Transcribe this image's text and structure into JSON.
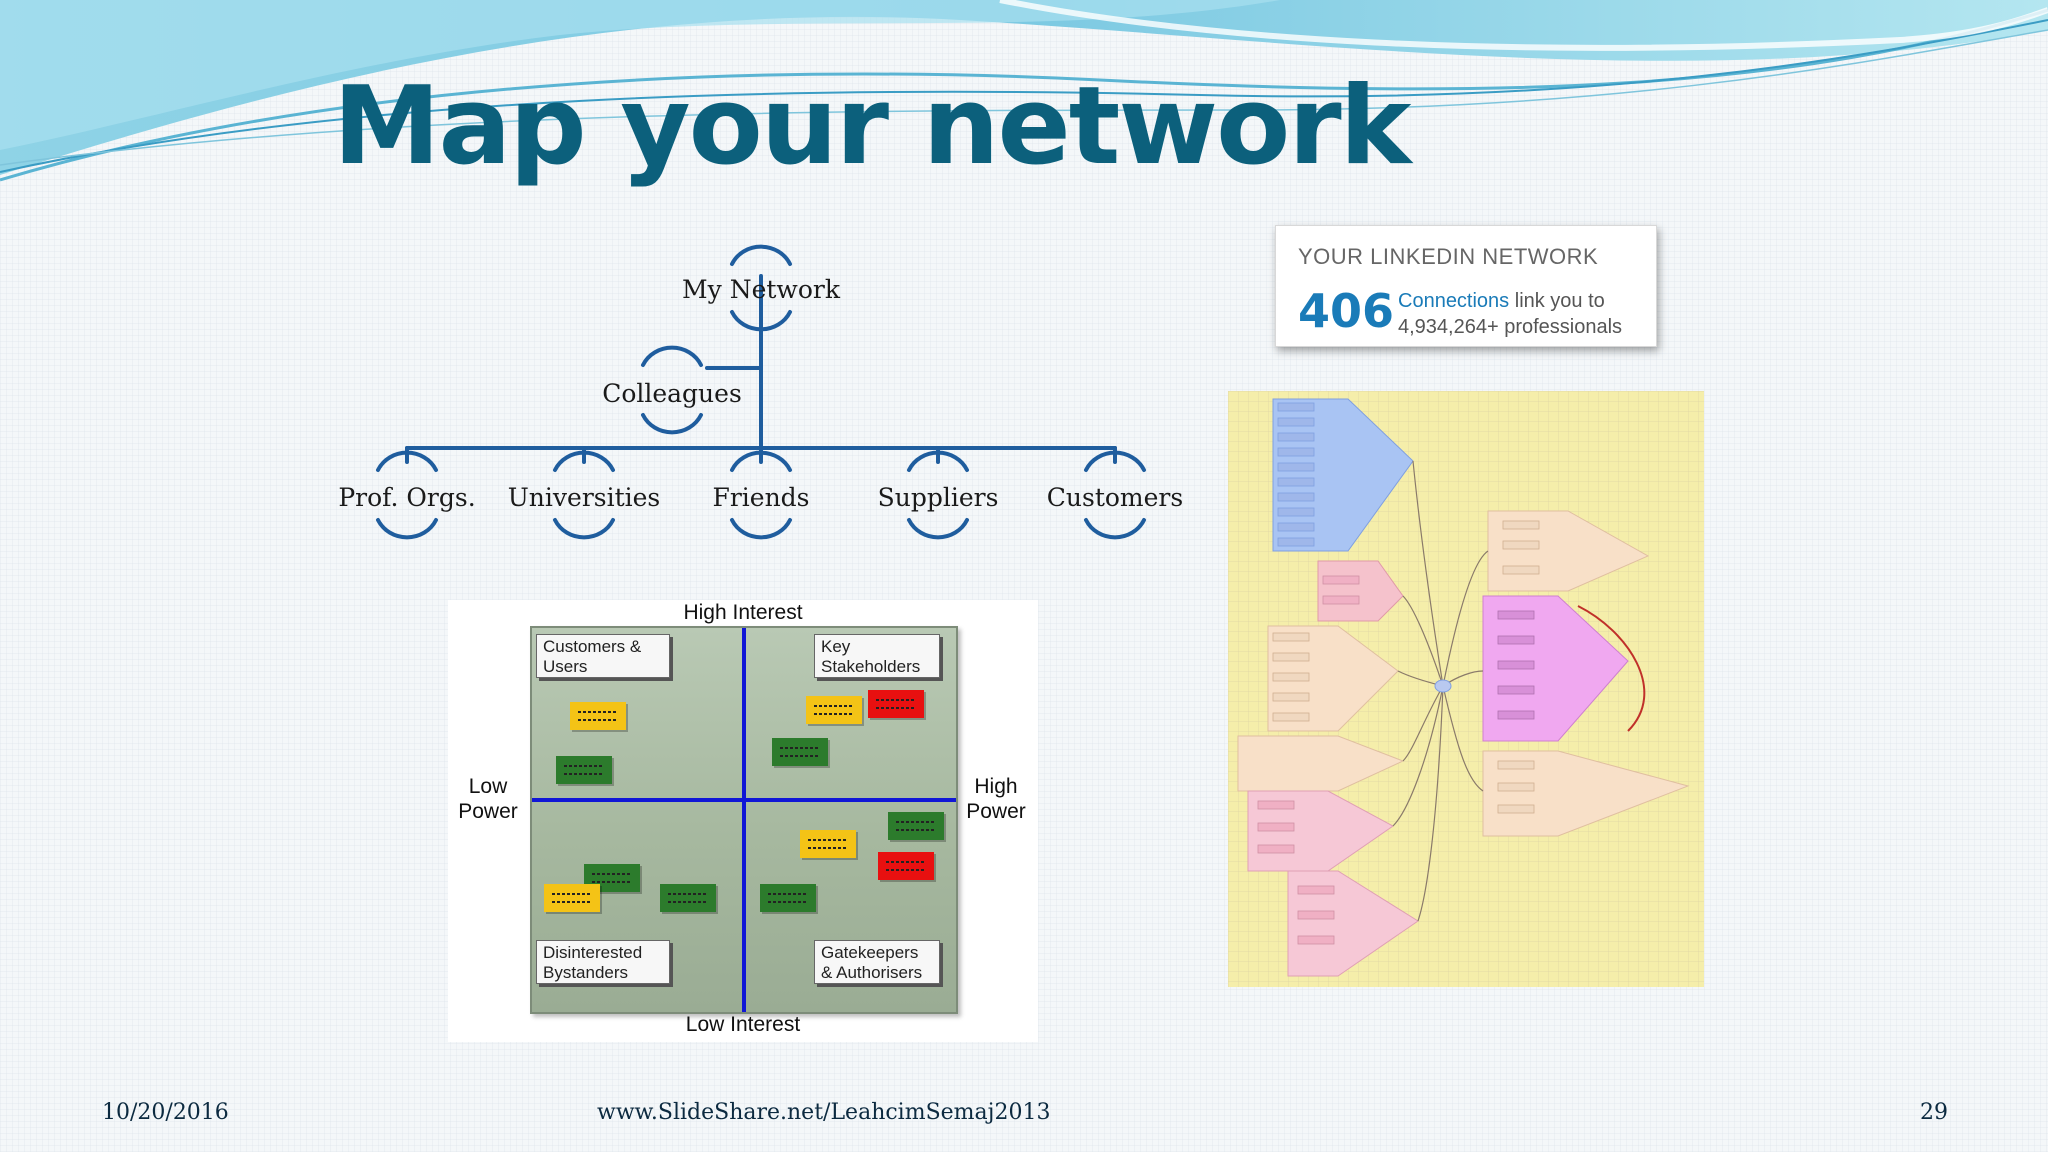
{
  "slide": {
    "title": "Map your network",
    "footer": {
      "date": "10/20/2016",
      "url": "www.SlideShare.net/LeahcimSemaj2013",
      "page_number": "29"
    }
  },
  "org_chart": {
    "root": "My Network",
    "side": "Colleagues",
    "children": [
      "Prof. Orgs.",
      "Universities",
      "Friends",
      "Suppliers",
      "Customers"
    ],
    "line_color": "#1f5d9e"
  },
  "power_interest_grid": {
    "top_label": "High Interest",
    "bottom_label": "Low Interest",
    "left_label": "Low\nPower",
    "right_label": "High\nPower",
    "quadrants": [
      "Customers &\nUsers",
      "Key\nStakeholders",
      "Disinterested\nBystanders",
      "Gatekeepers\n& Authorisers"
    ],
    "divider_color": "#1016d6"
  },
  "linkedin": {
    "header": "YOUR LINKEDIN NETWORK",
    "count": "406",
    "connections_word": "Connections",
    "line1_rest": " link you to",
    "line2": "4,934,264+ professionals",
    "accent": "#1a7bb8"
  }
}
